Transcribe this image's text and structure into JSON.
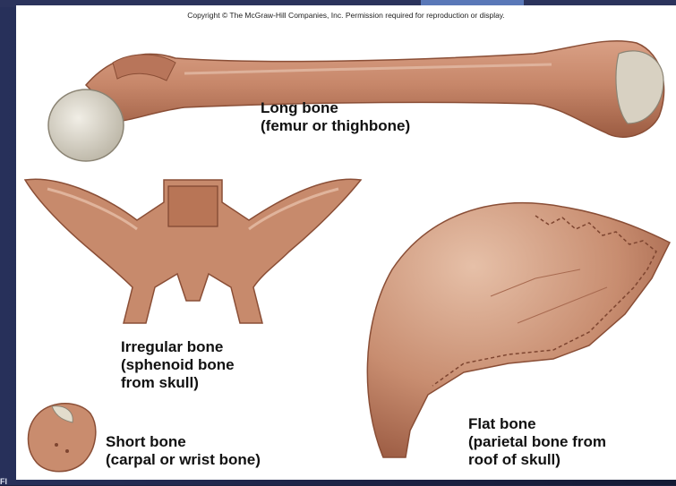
{
  "copyright": "Copyright © The McGraw-Hill Companies, Inc. Permission required for reproduction or display.",
  "bones": {
    "long": {
      "title": "Long bone",
      "subtitle": "(femur or thighbone)"
    },
    "irregular": {
      "title": "Irregular bone",
      "subtitle_1": "(sphenoid bone",
      "subtitle_2": "from skull)"
    },
    "short": {
      "title": "Short bone",
      "subtitle": "(carpal or wrist bone)"
    },
    "flat": {
      "title": "Flat bone",
      "subtitle_1": "(parietal bone from",
      "subtitle_2": "roof of skull)"
    }
  },
  "corner_text": "Fl",
  "colors": {
    "bone": "#c98c6e",
    "bone_dark": "#9a5a40",
    "bone_light": "#e8c2ad",
    "cartilage": "#dcd8cc",
    "background": "#1c2240"
  },
  "icons": [
    "femur-illustration",
    "sphenoid-illustration",
    "carpal-illustration",
    "parietal-illustration"
  ]
}
